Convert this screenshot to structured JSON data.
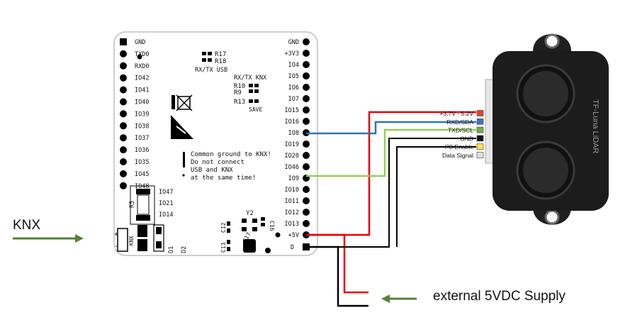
{
  "board": {
    "left_pins": [
      "GND",
      "TXD0",
      "RXD0",
      "IO42",
      "IO41",
      "IO40",
      "IO39",
      "IO38",
      "IO37",
      "IO36",
      "IO35",
      "IO45",
      "IO48"
    ],
    "lower_left_labels": [
      "IO47",
      "IO21",
      "IO14"
    ],
    "right_pins": [
      "GND",
      "+3V3",
      "IO4",
      "IO5",
      "IO6",
      "IO7",
      "IO15",
      "IO16",
      "IO8",
      "IO19",
      "IO20",
      "IO46",
      "IO9",
      "IO10",
      "IO11",
      "IO12",
      "IO13",
      "+5V"
    ],
    "right_last_pin": "D",
    "r17": "R17",
    "r18": "R18",
    "rxtx_usb": "RX/TX USB",
    "rxtx_knx": "RX/TX KNX",
    "r10": "R10",
    "r9": "R9",
    "r13": "R13",
    "save": "SAVE",
    "warning_lines": [
      "Common ground to KNX!",
      "Do not connect",
      "USB and KNX",
      "at the same time!"
    ],
    "r5": "R5",
    "y2": "Y2",
    "c16": "C16",
    "c17": "C17",
    "c12": "C12",
    "c13": "C13",
    "d1": "D1",
    "d2": "D2",
    "knx_plus": "+",
    "knx_minus": "-",
    "knx_label": "KNX"
  },
  "knx_input": {
    "label": "KNX",
    "arrow_color": "#548235"
  },
  "supply": {
    "label": "external 5VDC Supply",
    "arrow_color": "#548235"
  },
  "lidar": {
    "name": "TF-Luna LiDAR",
    "pins": [
      {
        "label": "+3.7V - 5.2V",
        "color": "#e8412c"
      },
      {
        "label": "RXD/SDA",
        "color": "#4472c4"
      },
      {
        "label": "TXD/SCL",
        "color": "#70ad47"
      },
      {
        "label": "GND",
        "color": "#111111"
      },
      {
        "label": "I²C Enable",
        "color": "#ffe14d"
      },
      {
        "label": "Data Signal",
        "color": "#e0e0e0"
      }
    ]
  },
  "wire_colors": {
    "red": "#e8000b",
    "blue": "#2e75b6",
    "green": "#92d050",
    "black": "#000000"
  }
}
